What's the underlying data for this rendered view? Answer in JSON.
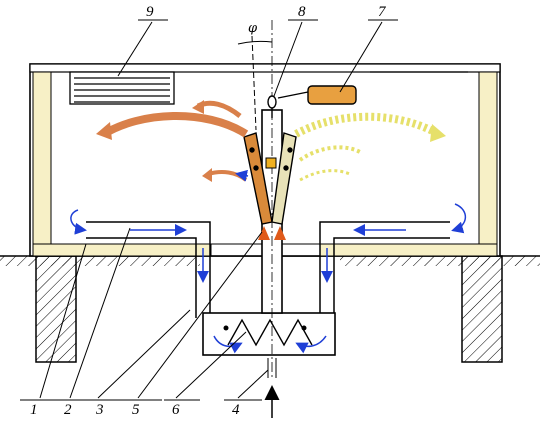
{
  "diagram": {
    "part_labels": [
      "1",
      "2",
      "3",
      "5",
      "6",
      "4",
      "7",
      "8",
      "9"
    ],
    "angle_symbol": "φ"
  },
  "colors": {
    "outline": "#000000",
    "insulation": "#f7f0c6",
    "air_flow_cold": "#1f3fd6",
    "air_flow_warm": "#d9804a",
    "heater_glow": "#e05a1a",
    "flame_yellow": "#e6e06a",
    "heater_unit": "#d98a3a"
  }
}
